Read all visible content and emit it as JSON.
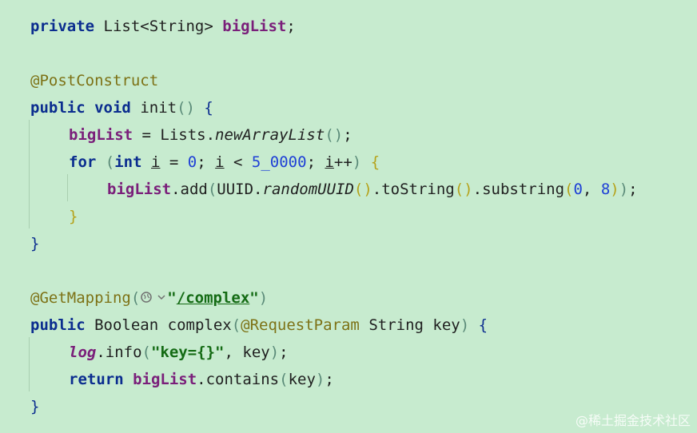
{
  "code": {
    "line_bigList_decl": [
      "private",
      "List<String>",
      "bigList",
      ";"
    ],
    "line_postconstruct": "@PostConstruct",
    "line_init_sig": [
      "public",
      "void",
      "init",
      "()",
      "{"
    ],
    "line_init_body": [
      "bigList",
      " = Lists.",
      "newArrayList",
      "()",
      ";"
    ],
    "line_for": [
      "for",
      "(",
      "int",
      "i",
      " = ",
      "0",
      "; ",
      "i",
      " < ",
      "5_0000",
      "; ",
      "i",
      "++",
      ")",
      "{"
    ],
    "line_add": [
      "bigList",
      ".add",
      "(",
      "UUID.",
      "randomUUID",
      "()",
      ".toString",
      "()",
      ".substring",
      "(",
      "0",
      ", ",
      "8",
      ")",
      ")",
      ";"
    ],
    "line_close_for": "}",
    "line_close_init": "}",
    "line_getmapping": [
      "@GetMapping",
      "(",
      "\"",
      "/complex",
      "\"",
      ")"
    ],
    "line_complex_sig": [
      "public",
      "Boolean",
      "complex",
      "(",
      "@RequestParam",
      " String key",
      ")",
      "{"
    ],
    "line_log": [
      "log",
      ".info",
      "(",
      "\"key={}\"",
      ", key",
      ")",
      ";"
    ],
    "line_return": [
      "return",
      "bigList",
      ".contains",
      "(",
      "key",
      ")",
      ";"
    ],
    "line_close_complex": "}"
  },
  "icons": {
    "globe": "globe-icon",
    "dropdown": "chevron-down-icon"
  },
  "watermark": "@稀土掘金技术社区",
  "colors": {
    "background": "#c7ebcf",
    "keyword": "#0b2d8f",
    "annotation": "#7d7216",
    "field": "#7a1f7a",
    "number": "#1f40d6",
    "string": "#146b14"
  }
}
